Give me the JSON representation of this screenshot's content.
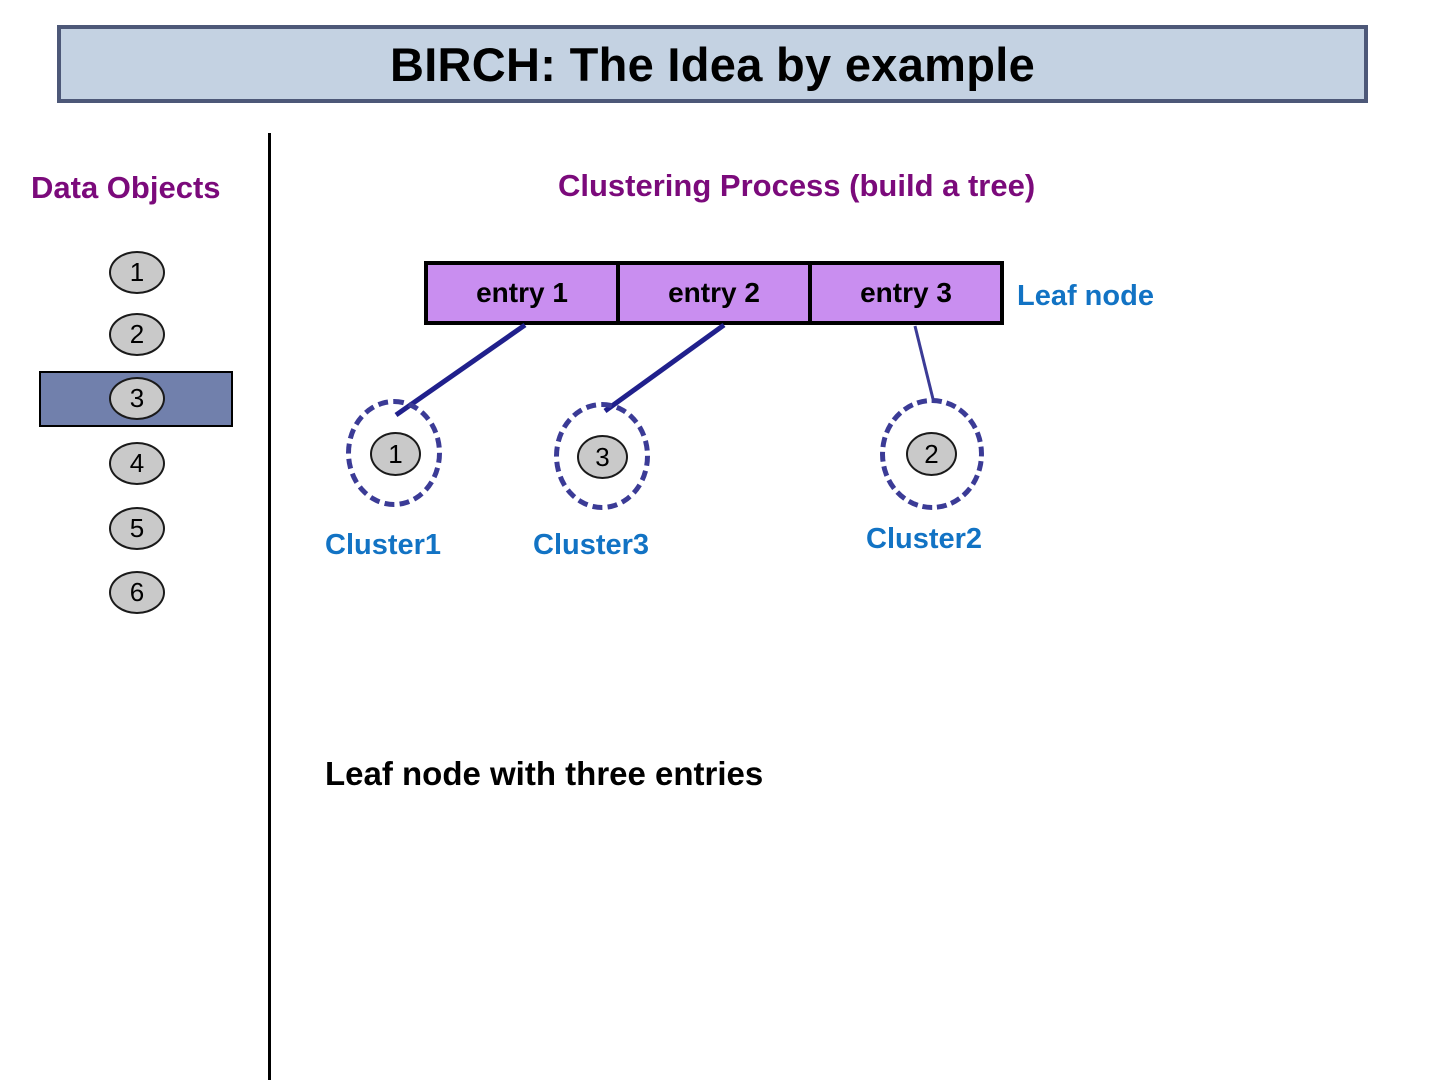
{
  "slide": {
    "title": "BIRCH: The Idea by example",
    "caption": "Leaf node with three entries"
  },
  "left_panel": {
    "heading": "Data Objects",
    "objects": [
      {
        "label": "1",
        "highlighted": false
      },
      {
        "label": "2",
        "highlighted": false
      },
      {
        "label": "3",
        "highlighted": true
      },
      {
        "label": "4",
        "highlighted": false
      },
      {
        "label": "5",
        "highlighted": false
      },
      {
        "label": "6",
        "highlighted": false
      }
    ]
  },
  "right_panel": {
    "heading": "Clustering Process   (build a tree)",
    "leaf_node": {
      "entries": [
        "entry 1",
        "entry 2",
        "entry 3"
      ],
      "label": "Leaf node"
    },
    "clusters": [
      {
        "node": "1",
        "label": "Cluster1"
      },
      {
        "node": "3",
        "label": "Cluster3"
      },
      {
        "node": "2",
        "label": "Cluster2"
      }
    ]
  },
  "colors": {
    "title_fill": "#c4d2e2",
    "title_border": "#4d5878",
    "heading_purple": "#7b0a7b",
    "entry_fill": "#c98ef0",
    "highlight_bar": "#7180ac",
    "object_fill": "#c9c9c9",
    "cluster_label_blue": "#1273c4",
    "connector_navy": "#20208c",
    "ring_dash": "#3b3b96"
  }
}
